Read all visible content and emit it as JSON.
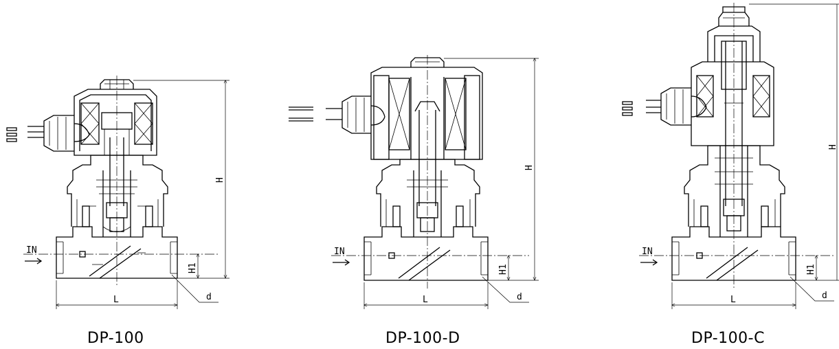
{
  "figures": [
    {
      "caption": "DP-100",
      "label_in": "IN",
      "label_h": "H",
      "label_h1": "H1",
      "label_l": "L",
      "label_d": "d"
    },
    {
      "caption": "DP-100-D",
      "label_in": "IN",
      "label_h": "H",
      "label_h1": "H1",
      "label_l": "L",
      "label_d": "d"
    },
    {
      "caption": "DP-100-C",
      "label_in": "IN",
      "label_h": "H",
      "label_h1": "H1",
      "label_l": "L",
      "label_d": "d"
    }
  ]
}
